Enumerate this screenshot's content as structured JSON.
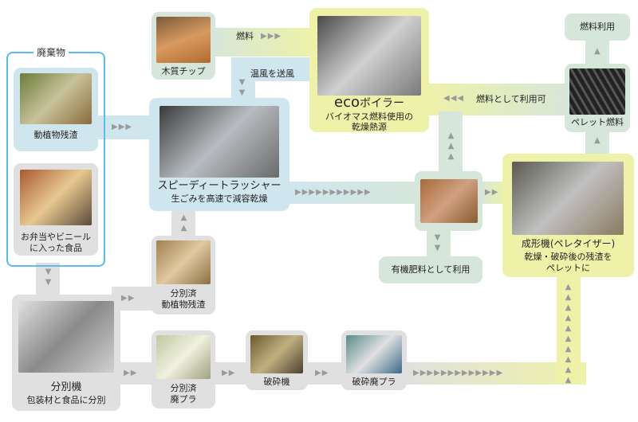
{
  "waste_group": {
    "title": "廃棄物"
  },
  "nodes": {
    "food_residue": {
      "label": "動植物残渣"
    },
    "bento": {
      "label1": "お弁当やビニール",
      "label2": "に入った食品"
    },
    "dryer": {
      "title": "スピーディートラッシャー",
      "sub": "生ごみを高速で減容乾燥"
    },
    "wood_chip": {
      "label": "木質チップ"
    },
    "boiler": {
      "title_eco": "eco",
      "title_rest": "ボイラー",
      "sub1": "バイオマス燃料使用の",
      "sub2": "乾燥熱源"
    },
    "fuel_use": {
      "label": "燃料利用"
    },
    "pellet": {
      "label": "ペレット燃料"
    },
    "compost_use": {
      "label": "有機肥料として利用"
    },
    "pelletizer": {
      "title": "成形機(ペレタイザー)",
      "sub1": "乾燥・破砕後の残渣を",
      "sub2": "ペレットに"
    },
    "sorter": {
      "title": "分別機",
      "sub": "包装材と食品に分別"
    },
    "sorted_residue": {
      "label1": "分別済",
      "label2": "動植物残渣"
    },
    "sorted_plastic": {
      "label1": "分別済",
      "label2": "廃プラ"
    },
    "crusher": {
      "label": "破砕機"
    },
    "crushed_plastic": {
      "label": "破砕廃プラ"
    }
  },
  "edges": {
    "fuel": "燃料",
    "hot_air": "温風を送風",
    "usable_fuel": "燃料として利用可"
  },
  "arrows": {
    "right": "▶",
    "left": "◀",
    "up": "▲",
    "down": "▼"
  }
}
